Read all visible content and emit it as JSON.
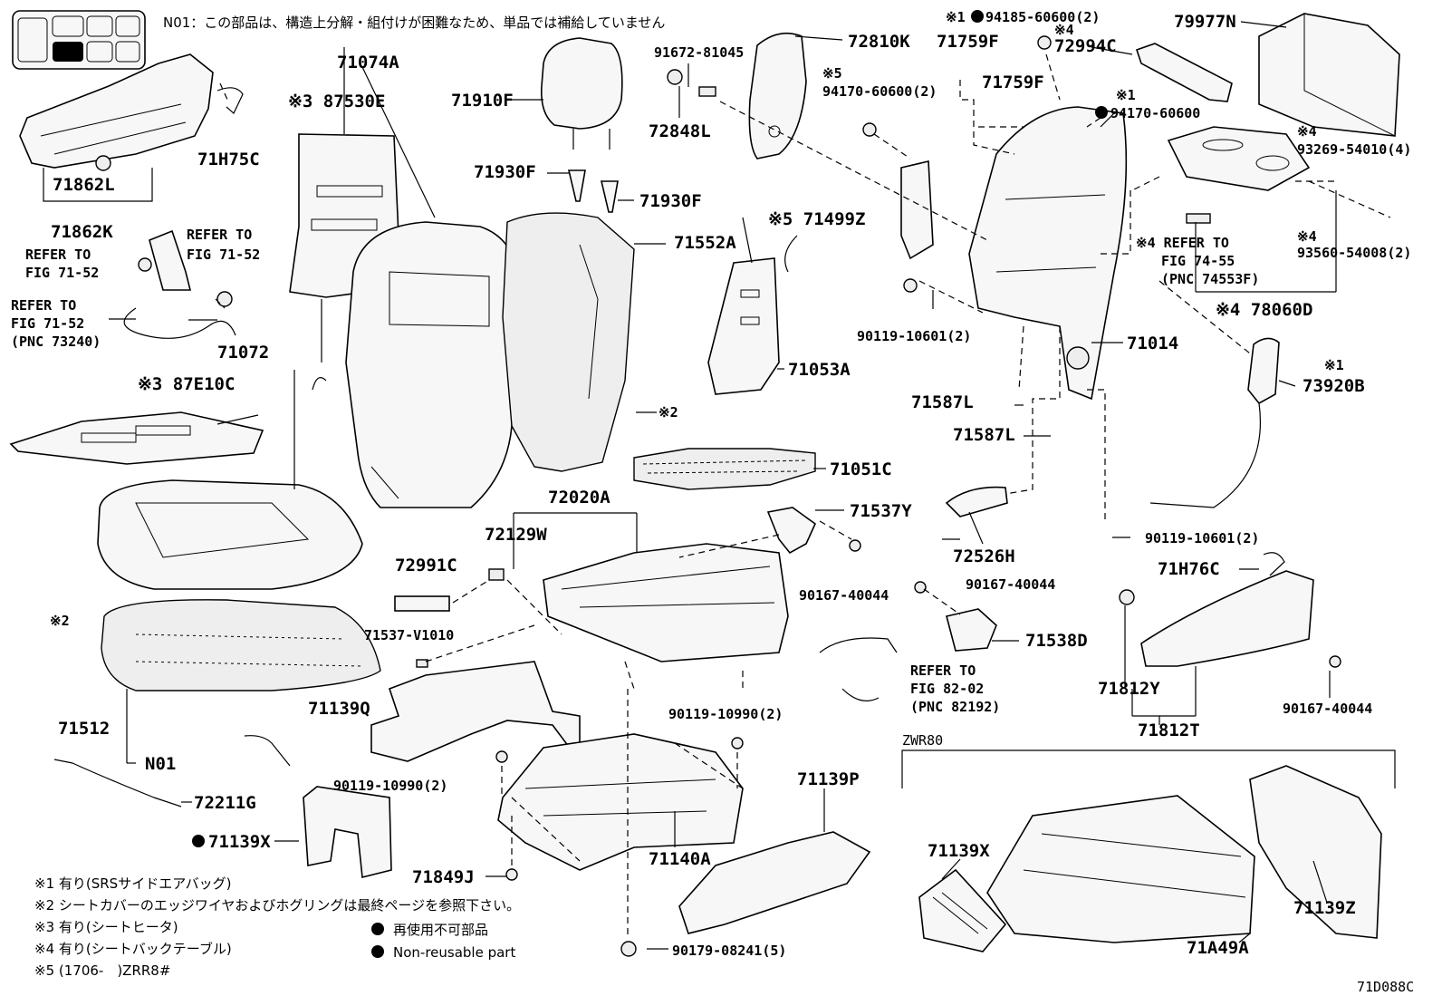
{
  "diagram": {
    "catalog_code": "71D088C",
    "top_note": "N01：この部品は、構造上分解・組付けが困難なため、単品では補給していません",
    "variant_label": "ZWR80",
    "parts": {
      "p71862L": "71862L",
      "p71862K": "71862K",
      "p71H75C": "71H75C",
      "p71074A": "71074A",
      "p87530E": "※3 87530E",
      "p71910F": "71910F",
      "p91672": "91672-81045",
      "p72810K": "72810K",
      "p72848L": "72848L",
      "p71930Fa": "71930F",
      "p71930Fb": "71930F",
      "p71552A": "71552A",
      "p71499Z": "※5 71499Z",
      "p71053A": "71053A",
      "pNote2a": "※2",
      "p71051C": "71051C",
      "p71072": "71072",
      "p87E10C": "※3 87E10C",
      "p72020A": "72020A",
      "p72129W": "72129W",
      "p72991C": "72991C",
      "p71537V": "71537-V1010",
      "p71537Y": "71537Y",
      "p90167a": "90167-40044",
      "p90167b": "90167-40044",
      "p90167c": "90167-40044",
      "p71538D": "71538D",
      "p71512": "71512",
      "pN01": "N01",
      "pNote2b": "※2",
      "p72211G": "72211G",
      "p71139X": "71139X",
      "p71139Q": "71139Q",
      "p90119_10990a": "90119-10990(2)",
      "p90119_10990b": "90119-10990(2)",
      "p71849J": "71849J",
      "p71140A": "71140A",
      "p71139P": "71139P",
      "p90179": "90179-08241(5)",
      "p71759Fa": "71759F",
      "p71759Fb": "71759F",
      "p94185": "94185-60600(2)",
      "p94185_pre": "※1",
      "p72994C_pre": "※4",
      "p72994C": "72994C",
      "p94170a_pre": "※5",
      "p94170a": "94170-60600(2)",
      "p94170b_pre": "※1",
      "p94170b": "94170-60600",
      "p79977N": "79977N",
      "p93269_pre": "※4",
      "p93269": "93269-54010(4)",
      "p93560_pre": "※4",
      "p93560": "93560-54008(2)",
      "p78060D": "※4 78060D",
      "p74_55_a": "※4 REFER TO",
      "p74_55_b": "FIG 74-55",
      "p74_55_c": "(PNC 74553F)",
      "p90119_10601a": "90119-10601(2)",
      "p90119_10601b": "90119-10601(2)",
      "p71014": "71014",
      "p71587La": "71587L",
      "p71587Lb": "71587L",
      "p73920B_pre": "※1",
      "p73920B": "73920B",
      "p72526H": "72526H",
      "p71H76C": "71H76C",
      "p71812Y": "71812Y",
      "p71812T": "71812T",
      "p82_02_a": "REFER TO",
      "p82_02_b": "FIG 82-02",
      "p82_02_c": "(PNC 82192)",
      "p71139Xb": "71139X",
      "p71A49A": "71A49A",
      "p71139Z": "71139Z",
      "ref1_a": "REFER TO",
      "ref1_b": "FIG 71-52",
      "ref2_a": "REFER TO",
      "ref2_b": "FIG 71-52",
      "ref3_a": "REFER TO",
      "ref3_b": "FIG 71-52",
      "ref3_c": "(PNC 73240)"
    },
    "legend": {
      "n1": "※1 有り(SRSサイドエアバッグ)",
      "n2": "※2 シートカバーのエッジワイヤおよびホグリングは最終ページを参照下さい。",
      "n3": "※3 有り(シートヒータ)",
      "n4": "※4 有り(シートバックテーブル)",
      "n5": "※5 (1706-　)ZRR8#",
      "nr_jp": "再使用不可部品",
      "nr_en": "Non-reusable part"
    }
  }
}
